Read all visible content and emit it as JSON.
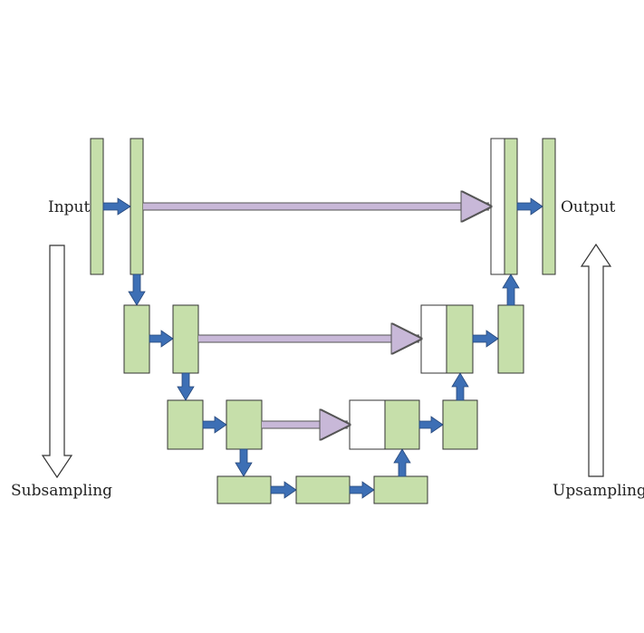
{
  "labels": {
    "input": "Input",
    "output": "Output",
    "subsampling": "Subsampling",
    "upsampling": "Upsampling"
  },
  "colors": {
    "block_fill": "#c6dfaa",
    "block_stroke": "#333333",
    "concat_fill": "#ffffff",
    "step_arrow": "#3d6fb5",
    "skip_arrow": "#c8b8d8"
  }
}
